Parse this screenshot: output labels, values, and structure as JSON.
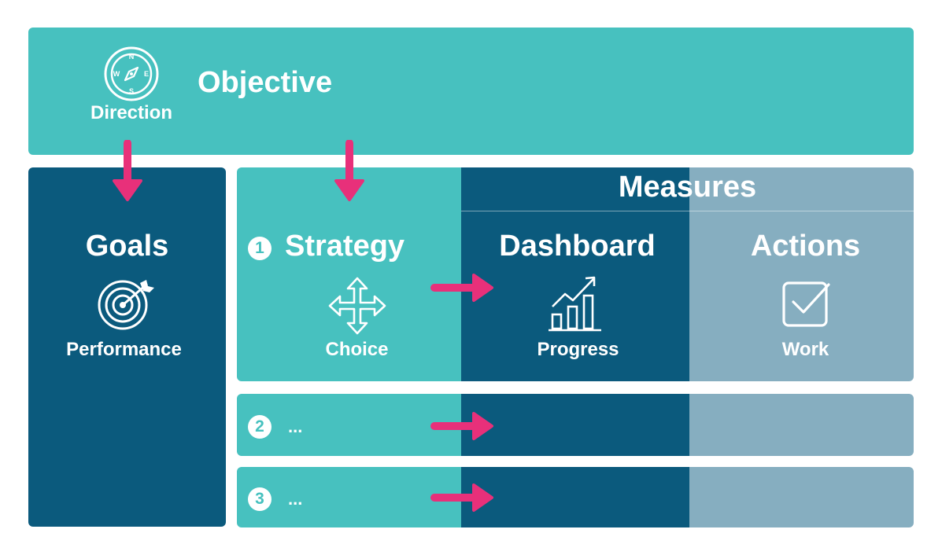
{
  "objective": {
    "title": "Objective",
    "icon_label": "Direction"
  },
  "compass": {
    "n": "N",
    "e": "E",
    "s": "S",
    "w": "W"
  },
  "goals": {
    "title": "Goals",
    "icon_label": "Performance"
  },
  "measures": {
    "title": "Measures"
  },
  "row1": {
    "number": "1",
    "strategy": {
      "title": "Strategy",
      "icon_label": "Choice"
    },
    "dashboard": {
      "title": "Dashboard",
      "icon_label": "Progress"
    },
    "actions": {
      "title": "Actions",
      "icon_label": "Work"
    }
  },
  "row2": {
    "number": "2",
    "text": "..."
  },
  "row3": {
    "number": "3",
    "text": "..."
  },
  "colors": {
    "teal": "#47c1bf",
    "navy": "#0b5a7d",
    "grey": "#86aec0",
    "arrow": "#e8307a"
  },
  "icons": [
    "compass-icon",
    "target-icon",
    "move-arrows-icon",
    "growth-chart-icon",
    "checkbox-icon"
  ]
}
